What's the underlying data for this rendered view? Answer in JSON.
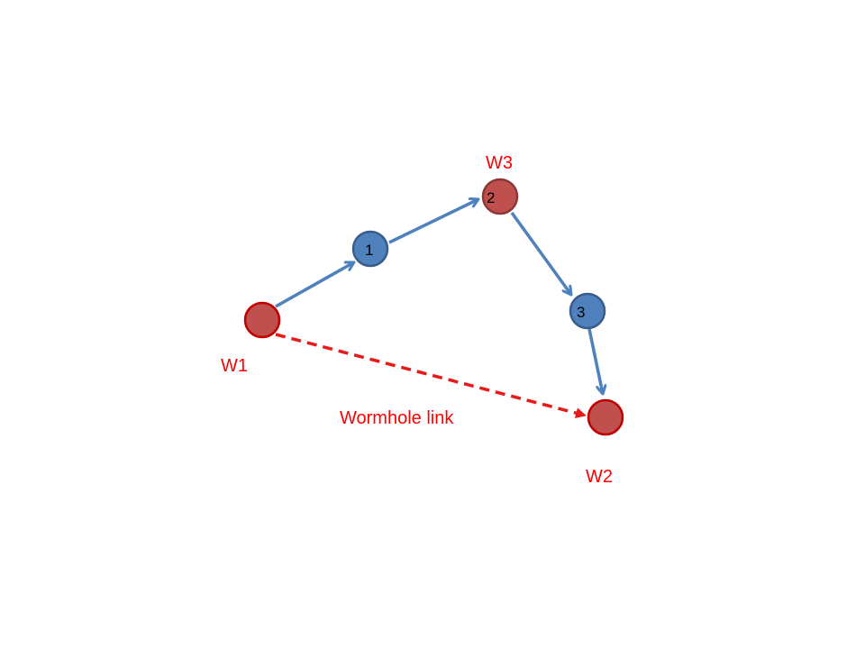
{
  "colors": {
    "red_node_fill": "#c0504d",
    "red_node_stroke": "#c00000",
    "w3_node_stroke": "#8c3836",
    "blue_node_fill": "#4f81bd",
    "blue_node_stroke": "#385d8a",
    "blue_arrow": "#4f81bd",
    "wormhole_arrow": "#e81919",
    "label_red": "#ff0000"
  },
  "nodes": {
    "w1": {
      "label": "W1",
      "number": ""
    },
    "n1": {
      "label": "",
      "number": "1"
    },
    "w3": {
      "label": "W3",
      "number": "2"
    },
    "n3": {
      "label": "",
      "number": "3"
    },
    "w2": {
      "label": "W2",
      "number": ""
    }
  },
  "links": [
    {
      "from": "w1",
      "to": "n1",
      "style": "solid"
    },
    {
      "from": "n1",
      "to": "w3",
      "style": "solid"
    },
    {
      "from": "w3",
      "to": "n3",
      "style": "solid"
    },
    {
      "from": "n3",
      "to": "w2",
      "style": "solid"
    },
    {
      "from": "w1",
      "to": "w2",
      "style": "dashed"
    }
  ],
  "wormhole": {
    "label": "Wormhole link"
  }
}
